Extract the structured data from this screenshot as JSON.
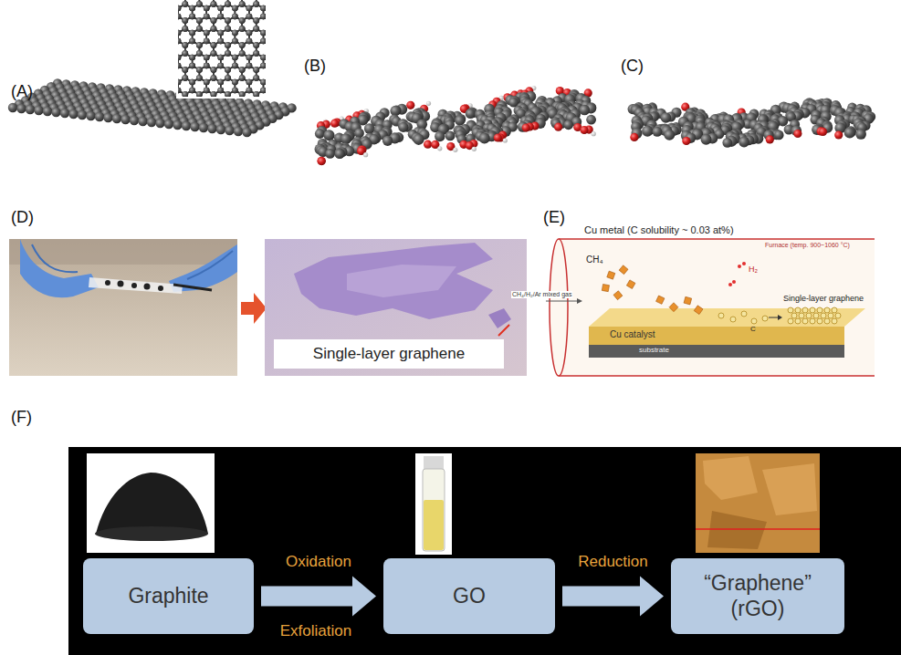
{
  "diagram": {
    "nodes": [
      {
        "text": [
          "Single-layer graphene"
        ]
      },
      {
        "text": [
          "Graphite"
        ]
      },
      {
        "text": [
          "GO"
        ]
      },
      {
        "text": [
          "“Graphene” (rGO)"
        ]
      }
    ],
    "edges": [
      {
        "from": 1,
        "to": 2,
        "arrow": "to",
        "label": "Oxidation"
      },
      {
        "from": 2,
        "to": 3,
        "arrow": "to",
        "label": "Reduction"
      }
    ],
    "labels": [
      "(A)",
      "(B)",
      "(C)",
      "(D)",
      "(E)",
      "Cu metal (C solubility ~ 0.03 at%)",
      "Furnace (temp. 900~1060 °C)",
      "CH₄/H₂/Ar mixed gas",
      "CH₄",
      "H₂",
      "Single-layer graphene",
      "C",
      "Cu catalyst",
      "substrate",
      "(F)",
      "Exfoliation"
    ]
  }
}
